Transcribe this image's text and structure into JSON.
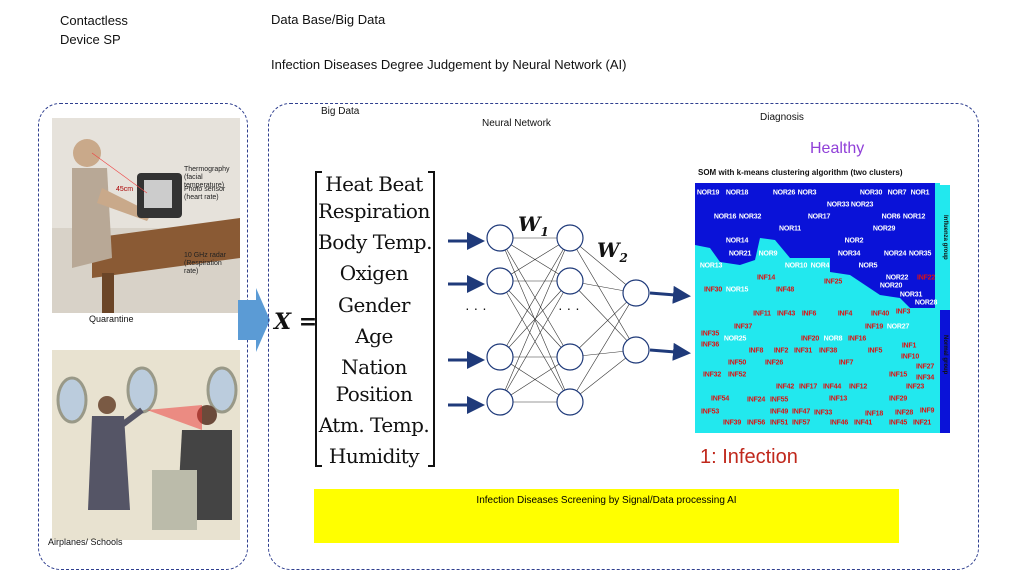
{
  "header": {
    "device": "Contactless\nDevice SP",
    "database": "Data Base/Big Data",
    "subtitle": "Infection Diseases Degree Judgement by Neural Network (AI)"
  },
  "left_panel": {
    "photo1_caption": "Quarantine",
    "photo2_caption": "Airplanes/ Schools",
    "photo1_labels": [
      "45cm",
      "Thermography (facial temperature)",
      "Photo sensor (heart rate)",
      "10 GHz radar (Respiration rate)"
    ]
  },
  "main": {
    "big_data_label": "Big Data",
    "nn_label": "Neural Network",
    "diagnosis_label": "Diagnosis",
    "x_symbol": "X =",
    "w1": "W",
    "w1_sub": "1",
    "w2": "W",
    "w2_sub": "2",
    "dots": "· · ·",
    "features": [
      "Heat Beat",
      "Respiration",
      "Body Temp.",
      "Oxigen",
      "Gender",
      "Age",
      "Nation",
      "Position",
      "Atm. Temp.",
      "Humidity"
    ],
    "banner": "Infection Diseases Screening by Signal/Data processing AI"
  },
  "som": {
    "title": "SOM with k-means clustering algorithm (two clusters)",
    "healthy_label": "Healthy",
    "infection_label": "1: Infection",
    "influenza_group": "Influenza group",
    "normal_group": "Normal group",
    "colors": {
      "normal": "#0a12d8",
      "infection": "#22e8ee"
    },
    "nodes": [
      "NOR19",
      "NOR18",
      "NOR26",
      "NOR3",
      "NOR30",
      "NOR7",
      "NOR1",
      "NOR33",
      "NOR23",
      "NOR16",
      "NOR32",
      "NOR17",
      "NOR6",
      "NOR12",
      "NOR11",
      "NOR29",
      "NOR14",
      "NOR2",
      "NOR21",
      "NOR9",
      "NOR34",
      "NOR24",
      "NOR35",
      "NOR13",
      "NOR10",
      "NOR4",
      "NOR5",
      "NOR22",
      "INF22",
      "INF14",
      "INF25",
      "NOR20",
      "INF30",
      "NOR15",
      "INF48",
      "NOR31",
      "NOR28",
      "INF11",
      "INF43",
      "INF6",
      "INF4",
      "INF40",
      "INF3",
      "INF37",
      "INF19",
      "NOR27",
      "INF35",
      "NOR25",
      "INF20",
      "NOR8",
      "INF16",
      "INF36",
      "INF1",
      "INF8",
      "INF2",
      "INF31",
      "INF38",
      "INF5",
      "INF10",
      "INF50",
      "INF26",
      "INF7",
      "INF27",
      "INF32",
      "INF52",
      "INF15",
      "INF34",
      "INF42",
      "INF17",
      "INF44",
      "INF12",
      "INF23",
      "INF54",
      "INF24",
      "INF55",
      "INF13",
      "INF29",
      "INF53",
      "INF49",
      "INF47",
      "INF33",
      "INF18",
      "INF28",
      "INF9",
      "INF39",
      "INF56",
      "INF51",
      "INF57",
      "INF46",
      "INF41",
      "INF45",
      "INF21"
    ]
  }
}
